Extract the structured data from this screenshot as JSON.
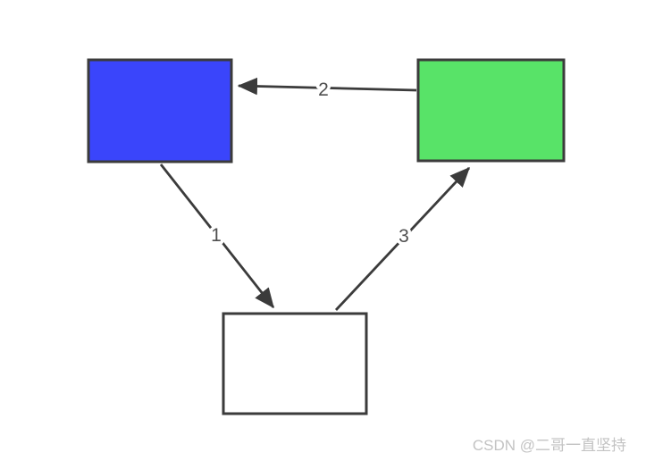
{
  "diagram": {
    "stroke_color": "#3b3b3b",
    "label_color": "#4f4f4f",
    "nodes": [
      {
        "name": "blue-box",
        "color": "#3a45fb"
      },
      {
        "name": "green-box",
        "color": "#58e368"
      },
      {
        "name": "white-box",
        "color": "#ffffff"
      }
    ],
    "edges": [
      {
        "label": "1",
        "from": "blue-box",
        "to": "white-box"
      },
      {
        "label": "2",
        "from": "green-box",
        "to": "blue-box"
      },
      {
        "label": "3",
        "from": "white-box",
        "to": "green-box"
      }
    ]
  },
  "watermark": {
    "text": "CSDN @二哥一直坚持",
    "color": "#c3c3c3"
  }
}
